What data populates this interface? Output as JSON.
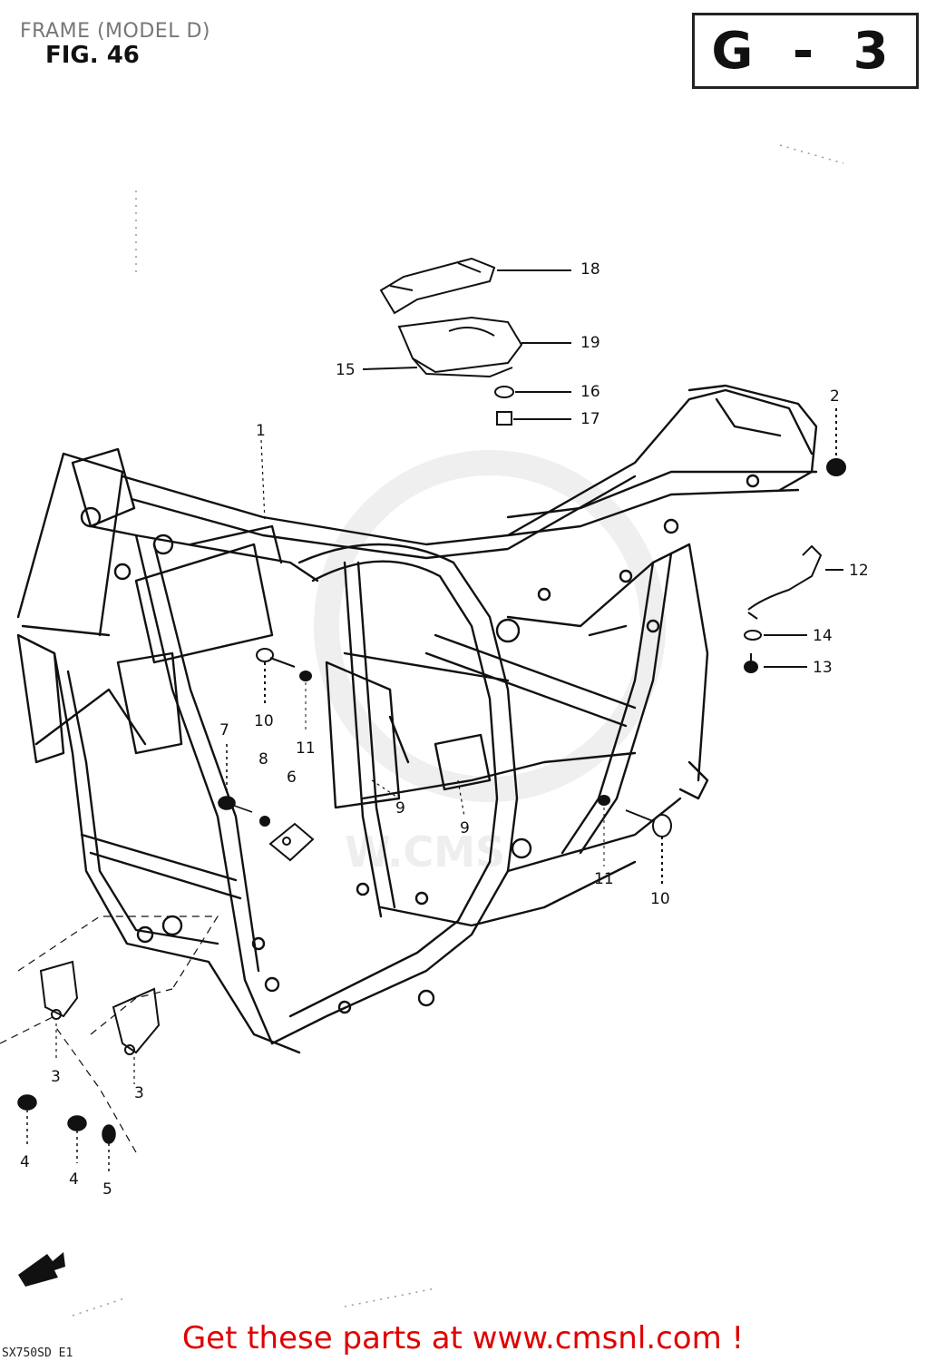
{
  "header": {
    "title": "FRAME (MODEL D)",
    "fig_label": "FIG. 46",
    "page_code": "G - 3"
  },
  "watermark": {
    "text": "W.CMS"
  },
  "callouts": [
    {
      "id": "1",
      "text": "1"
    },
    {
      "id": "2",
      "text": "2"
    },
    {
      "id": "3a",
      "text": "3"
    },
    {
      "id": "3b",
      "text": "3"
    },
    {
      "id": "4a",
      "text": "4"
    },
    {
      "id": "4b",
      "text": "4"
    },
    {
      "id": "5",
      "text": "5"
    },
    {
      "id": "6",
      "text": "6"
    },
    {
      "id": "7",
      "text": "7"
    },
    {
      "id": "8",
      "text": "8"
    },
    {
      "id": "9a",
      "text": "9"
    },
    {
      "id": "9b",
      "text": "9"
    },
    {
      "id": "10a",
      "text": "10"
    },
    {
      "id": "10b",
      "text": "10"
    },
    {
      "id": "11a",
      "text": "11"
    },
    {
      "id": "11b",
      "text": "11"
    },
    {
      "id": "12",
      "text": "12"
    },
    {
      "id": "13",
      "text": "13"
    },
    {
      "id": "14",
      "text": "14"
    },
    {
      "id": "15",
      "text": "15"
    },
    {
      "id": "16",
      "text": "16"
    },
    {
      "id": "17",
      "text": "17"
    },
    {
      "id": "18",
      "text": "18"
    },
    {
      "id": "19",
      "text": "19"
    }
  ],
  "footer": {
    "link_text": "Get these parts at www.cmsnl.com !",
    "model_code": "SX750SD E1"
  },
  "colors": {
    "link": "#e00000",
    "line": "#111111",
    "watermark": "#eeeeee"
  }
}
